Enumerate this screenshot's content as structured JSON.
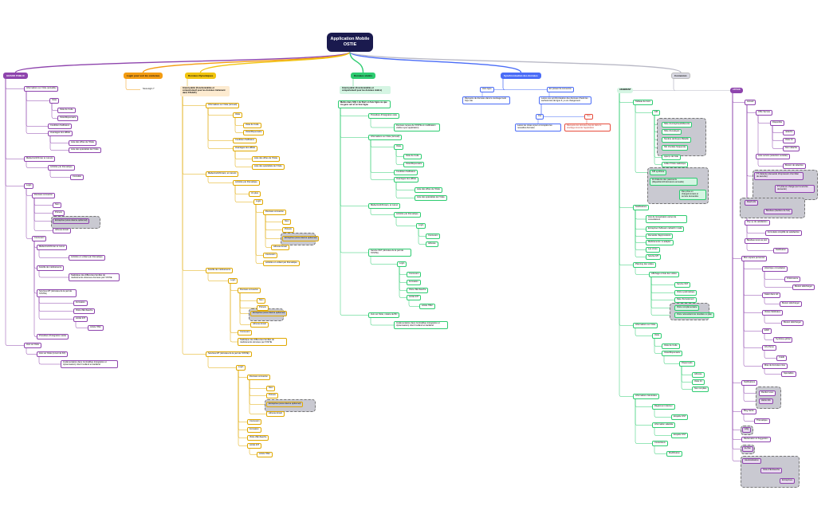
{
  "root": {
    "line1": "Application Mobile",
    "line2": "OSTIE"
  },
  "branches": {
    "grand_public": "GRAND PUBLIC",
    "login": "Login pour voir les contenus",
    "dynamiques": "Données Dynamiques",
    "statics": "Données statics",
    "sync": "Synchronisation des données",
    "connexion": "Connexion"
  },
  "gp": {
    "info": "Informations sur Ostie (actualité)",
    "ostie": "Ostie",
    "code": "Ostie de Code",
    "dispensaire": "Ostie/Dispensaire",
    "conditions": "Condition d'adhésion",
    "avantages": "Avantages des affiliés",
    "offres": "Liste des offres de l'Ostie",
    "specialites": "Liste des spécialités de l'Ostie",
    "medecins_titre": "Médecins/Infirmier et cureurs",
    "actions": "Activités par thématique",
    "consulter": "Consulter",
    "login": "Login",
    "donnees_connexion": "Données connexion",
    "nom": "Nom",
    "prenom": "Prénom",
    "entreprise": "Entreprise (sous réserve optionnel)",
    "email": "Adresse Email",
    "connexion": "Connexion",
    "medecins": "Médecins/Infirmier et cureur",
    "activites": "Activités en voltant par thématique",
    "famille": "Famille de médicaments",
    "statistique": "Statistique des différentes familles de médicaments obtenues données par l'OSTIE",
    "services": "Services MT (données de la part de l'OSTIE)",
    "formation": "Formation",
    "visite": "Visite d'Embauche",
    "arrete": "Arrêté 237",
    "article": "Article 7822",
    "procedure": "Procédure d'intégration siècle",
    "avis": "Avis sur Ostie",
    "avis_detail": "Avis sur Ostie (renvoi de bO)",
    "implementation": "Implémentation dans ContratDao (intégration et dynamisation) côté FrontEnd et backEnd"
  },
  "login_branch": {
    "sous": "Sous-login ?"
  },
  "dyn": {
    "intro": "Grand public (Fonctionnalités et comportement pour les données traitement dans STAAFF)",
    "info": "Informations sur Ostie (Accueil)",
    "ostie": "Ostie",
    "code": "Ostie de Code",
    "dispensaire": "Ostie/Dispensaire",
    "conditions": "Condition d'adhésion",
    "avantages": "Avantages des affiliés",
    "offres": "Liste des offres de l'Ostie",
    "specialites": "Liste des spécialités de l'Ostie",
    "medecins": "Médecins/Infirmiers, et cureurs",
    "actions": "Activités par thématique",
    "un_plus": "Un plus",
    "login": "Login",
    "donnees_connexion": "Données connexion",
    "nom": "Nom",
    "prenom": "Prénom",
    "entreprise": "Entreprise (sous réserve optionnel)",
    "email": "Adresse Email",
    "connexion": "Connexion",
    "activites": "Activités en voltant par thématique",
    "famille": "Famille de médicaments",
    "login2": "Login",
    "donnees_connexion2": "Données connexion",
    "nom2": "Nom",
    "prenom2": "Prénom",
    "entreprise2": "Entreprise (sous réserve optionnel)",
    "email2": "Adresse Email",
    "connexion2": "Connexion",
    "statistique": "Statistique des différentes familles de médicaments données par l'OSTIE",
    "services": "Services MT (données de la part de l'OSTIE)",
    "login3": "Login",
    "donnees_connexion3": "Données connexion",
    "nom3": "Nom",
    "prenom3": "Prénom",
    "entreprise3": "Entreprise (sous réserve optionnel)",
    "email3": "Adresse Email",
    "connexion3": "Connexion",
    "formation": "Formation",
    "visite": "Visite d'Embauche",
    "arrete": "Arrêté 237",
    "article": "Article 7822"
  },
  "stat": {
    "intro": "Grand public (Fonctionnalités et comportement pour les données statics)",
    "note": "Mettre dans SQL Lite Start on fonc ligne ou que Au gens ont et on fonc ligne",
    "procedure": "Procédure d'intégration ostie",
    "donnees_recues": "Données reçues de l'OSTIE et modification visible à jour application)",
    "info": "Informations sur Ostie (Accueil)",
    "ostie": "Ostie",
    "code": "Ostie de Code",
    "dispensaire": "Ostie/Dispensaire",
    "conditions": "Condition d'adhésion",
    "avantages": "Avantages des affiliés",
    "offres": "Liste des offres de l'Ostie",
    "specialites": "Liste des spécialités de l'Ostie",
    "medecins": "Médecins/Infirmiers, et cureur",
    "actions": "Activités par thématique",
    "login": "Login",
    "connexion": "Connexion",
    "adresse": "Adresse",
    "services": "Service SST (données de la part de l'OSTIE)",
    "login2": "Login",
    "connexion2": "Connexion",
    "formation": "Formation",
    "visite": "Visite d'Embauche",
    "arrete": "Arrêté 237",
    "article": "Article 7822",
    "avis": "Avis sur Ostie, notaire de BO",
    "implementation": "Implémentation dans ContratDao (intégration et dynamisation) côté FrontEnd et backEnd"
  },
  "sync": {
    "hors_ligne": "Hors ligne",
    "recupere": "Récupère de données dans le stockage local SQL Lite",
    "en_ligne": "En présent la connexion",
    "lance": "Lance une synchronisation des données Check les sachets liste de ligne Il y a un changement",
    "oui": "Oui",
    "non": "Non",
    "oui_detail": "Lance les mises à jour et récupère les nouvelles données",
    "non_detail": "Récupère les données depuis dans le stockage local de l'application"
  },
  "conn": {
    "adherent": "ADHERENT",
    "affilie": "AFFILIE",
    "tableau": "Tableau de bord",
    "kpi": "KPI",
    "kpi1": "Nbre d'entreprise/Adhérents",
    "kpi2": "Nbre d'employés",
    "kpi3": "Nombre de Repos Maladie",
    "kpi4": "Nbr d'entités frequentés",
    "apercu": "Aperçu de l'état",
    "grilles": "Grille d'Ostie statistique",
    "kpi_group": "KPI synthèse",
    "kpi_b": "Fil d'attente des paiements (Répartition/Ordonnance annuelle)",
    "kpi_c": "Des prise en charge/montant et service demandés",
    "notifications": "Notifications",
    "n1": "Avis de récupération carnet de consultations",
    "n2": "Entreprise l'Adhesion rafraîchi / traité",
    "n3": "Demande d'approvisions",
    "n4": "Médicaments / à adapter",
    "n5": "Les vivres",
    "n6": "Service MT",
    "planning": "Planning des visites",
    "affichage": "Affichage et liste des visites",
    "p1": "Service SST",
    "p2": "Visite systématique",
    "p3": "Date d'écoulement",
    "p4": "Visite complémentaire",
    "p5": "Visite nécessitant les résultats ou plan",
    "info_ostie": "Informations sur Ostie",
    "ostie": "Ostie",
    "code": "Ostie de Code",
    "dispensaire": "Ostie/Dispensaire",
    "disp_sub": "Dispensaire",
    "disp1": "Adresse",
    "disp2": "Ostie 24",
    "disp3": "Non remplies",
    "info_generales": "Informations Générales",
    "reglement": "Règlement intérieur",
    "reglement_sub": "Enquête SST",
    "information_salariale": "Information salariale",
    "enquete": "Enquête SST",
    "contentieux": "Contentieux",
    "modification": "Modification",
    "accueil": "Accueil",
    "offre_service": "Offre Service",
    "disponible": "Disponible",
    "ref1": "rattaché",
    "ref2": "Ostie 24",
    "ref3": "Non rattaché",
    "liste_service": "Liste service (sélection sociétés)",
    "bouton_selection": "Bouton de sélection",
    "tt_attente": "TT d'attente (demande d'impression d'un bilan de sécurité)",
    "tt_prise": "TT prise en charge (sur la service demandé)",
    "flash_info": "Flash info",
    "bandeau": "Bandeau (barrière de fret)",
    "pop_up": "Pop up de satisfaction",
    "formulaire": "Formulaire simplifié de satisfaction",
    "bandeau_jour": "Bandeau sous au jour",
    "notifs_aff": "Notification",
    "mon_espace": "Mon espace personnel",
    "historique": "Historique consultation",
    "ordonnance": "Ordonnance",
    "bouton_telecharger": "Bouton télécharger",
    "statut": "Statut dans toit",
    "bouton_tel2": "Bouton télécharger",
    "visites_med": "Visites Médicales",
    "bouton_tel3": "Bouton télécharger",
    "edm": "EDM",
    "synthese": "Synthèse global",
    "info_perso": "Info Perso",
    "credit": "Crédit",
    "dmp": "Mise de données mise",
    "specialites": "Spécialités",
    "notifications2": "Notifications",
    "rendez_vous": "Rendez-vous",
    "alerte": "Alerte info",
    "blog": "Blog Santé",
    "thematique": "Thématique",
    "faq": "FAQ",
    "reclamation": "Réclamation & Suggestion",
    "e_chat": "E-chat",
    "geo": "Géolocalisation",
    "ostie_disp": "Ostie d'Embauche",
    "entreprises": "Entreprises"
  },
  "colors": {
    "purple": "#8e44ad",
    "yellow": "#f1c40f",
    "green": "#2ecc71",
    "blue": "#4a6cf7",
    "grey": "#c9c9d1",
    "red": "#e74c3c",
    "root": "#1a1a4e"
  }
}
